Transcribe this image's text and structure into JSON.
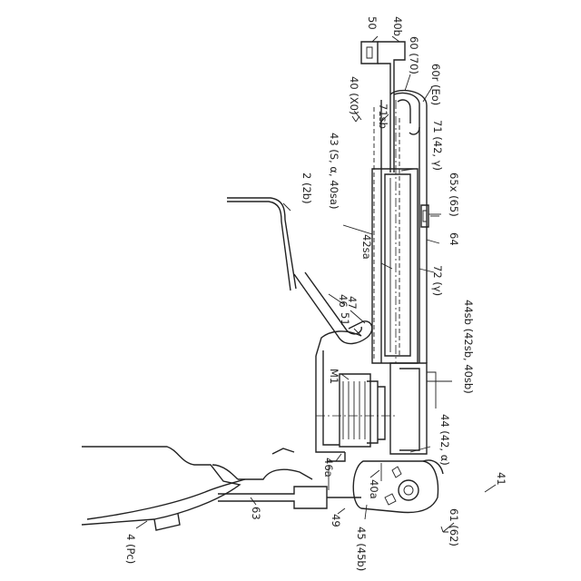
{
  "labels": {
    "l50": "50",
    "l40b": "40b",
    "l60_70": "60 (70)",
    "l60r": "60r (Eo)",
    "l40x0": "40 (X0)",
    "l71sb": "71sb",
    "l71": "71 (42, γ)",
    "l65x": "65x (65)",
    "l43": "43 (S, α, 40sa)",
    "l2b": "2 (2b)",
    "l64": "64",
    "l42sa": "42sa",
    "l72": "72 (γ)",
    "l46": "46",
    "l47": "47",
    "l51": "51",
    "l44sb": "44sb (42sb, 40sb)",
    "lM1": "M1",
    "l44": "44 (42, α)",
    "l41": "41",
    "l46a": "46a",
    "l40a": "40a",
    "l61": "61 (62)",
    "l63": "63",
    "l49": "49",
    "l45": "45 (45b)",
    "l4pc": "4 (Pc)"
  }
}
